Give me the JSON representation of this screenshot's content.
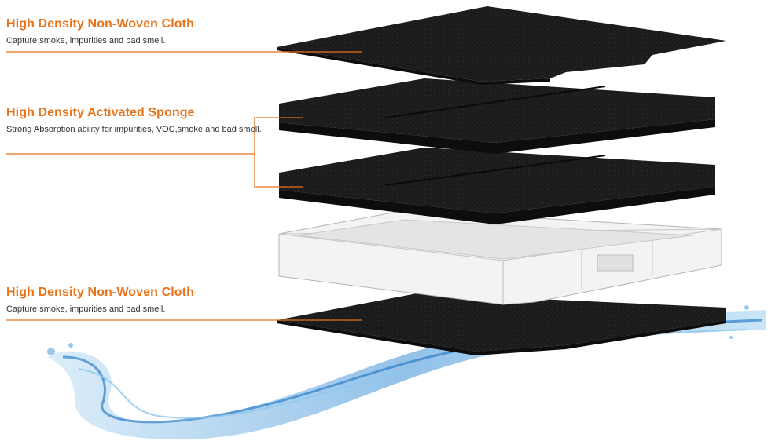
{
  "layers": [
    {
      "title": "High Density Non-Woven Cloth",
      "description": "Capture smoke, impurities and bad smell."
    },
    {
      "title": "High Density Activated Sponge",
      "description": "Strong Absorption ability for impurities, VOC,smoke and bad smell."
    },
    {
      "title": "High Density Non-Woven Cloth",
      "description": "Capture smoke, impurities and bad smell."
    }
  ],
  "colors": {
    "accent": "#e8731a",
    "filter_layer": "#1c1c1c",
    "frame": "#f1f1f1",
    "water": "#3a8fd6"
  }
}
